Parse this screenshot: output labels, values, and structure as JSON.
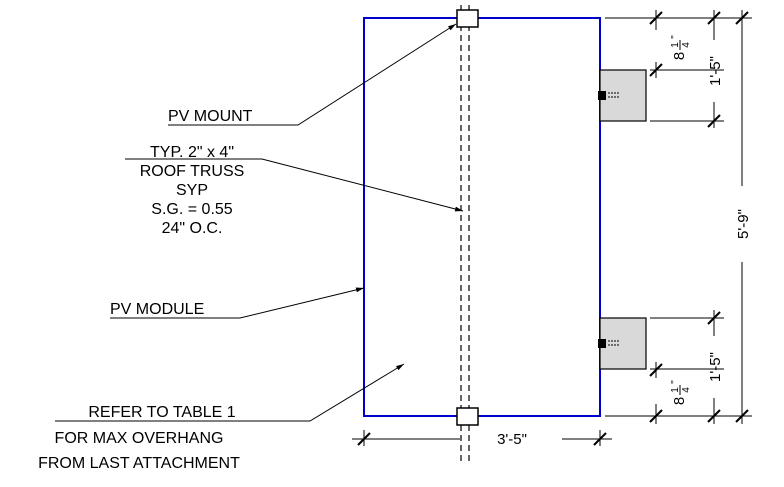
{
  "labels": {
    "pv_mount": "PV MOUNT",
    "truss_line1": "TYP. 2\" x 4\"",
    "truss_line2": "ROOF TRUSS",
    "truss_line3": "SYP",
    "truss_line4": "S.G.   = 0.55",
    "truss_line5": "24\" O.C.",
    "pv_module": "PV MODULE",
    "refer_line1": "REFER TO TABLE 1",
    "refer_line2": "FOR MAX OVERHANG",
    "refer_line3": "FROM LAST ATTACHMENT"
  },
  "dimensions": {
    "width": "3'-5\"",
    "overall_height": "5'-9\"",
    "top_spacing": "1'-5\"",
    "bottom_spacing": "1'-5\"",
    "top_offset_whole": "8",
    "top_offset_num": "1",
    "top_offset_den": "4",
    "top_offset_inch": "\"",
    "bottom_offset_whole": "8",
    "bottom_offset_num": "1",
    "bottom_offset_den": "4",
    "bottom_offset_inch": "\""
  },
  "colors": {
    "module_outline": "#0000cc",
    "line": "#000000",
    "mount_fill": "#d9d9d9"
  }
}
